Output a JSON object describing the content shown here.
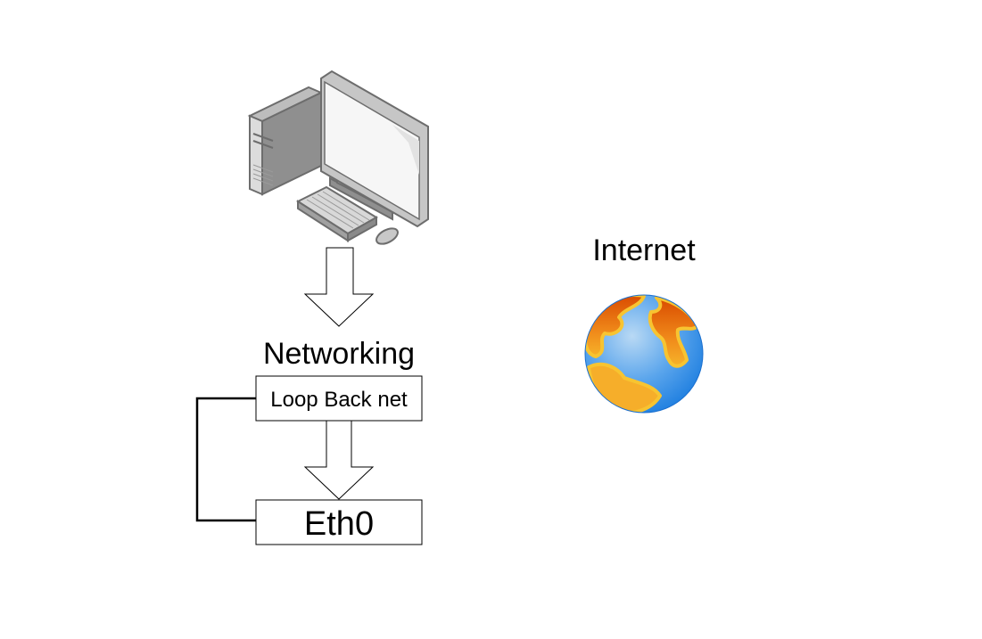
{
  "diagram": {
    "computer": {
      "icon": "desktop-computer-icon"
    },
    "networking": {
      "label": "Networking"
    },
    "loopback": {
      "label": "Loop Back net"
    },
    "eth0": {
      "label": "Eth0"
    },
    "internet": {
      "label": "Internet",
      "icon": "globe-icon"
    }
  }
}
